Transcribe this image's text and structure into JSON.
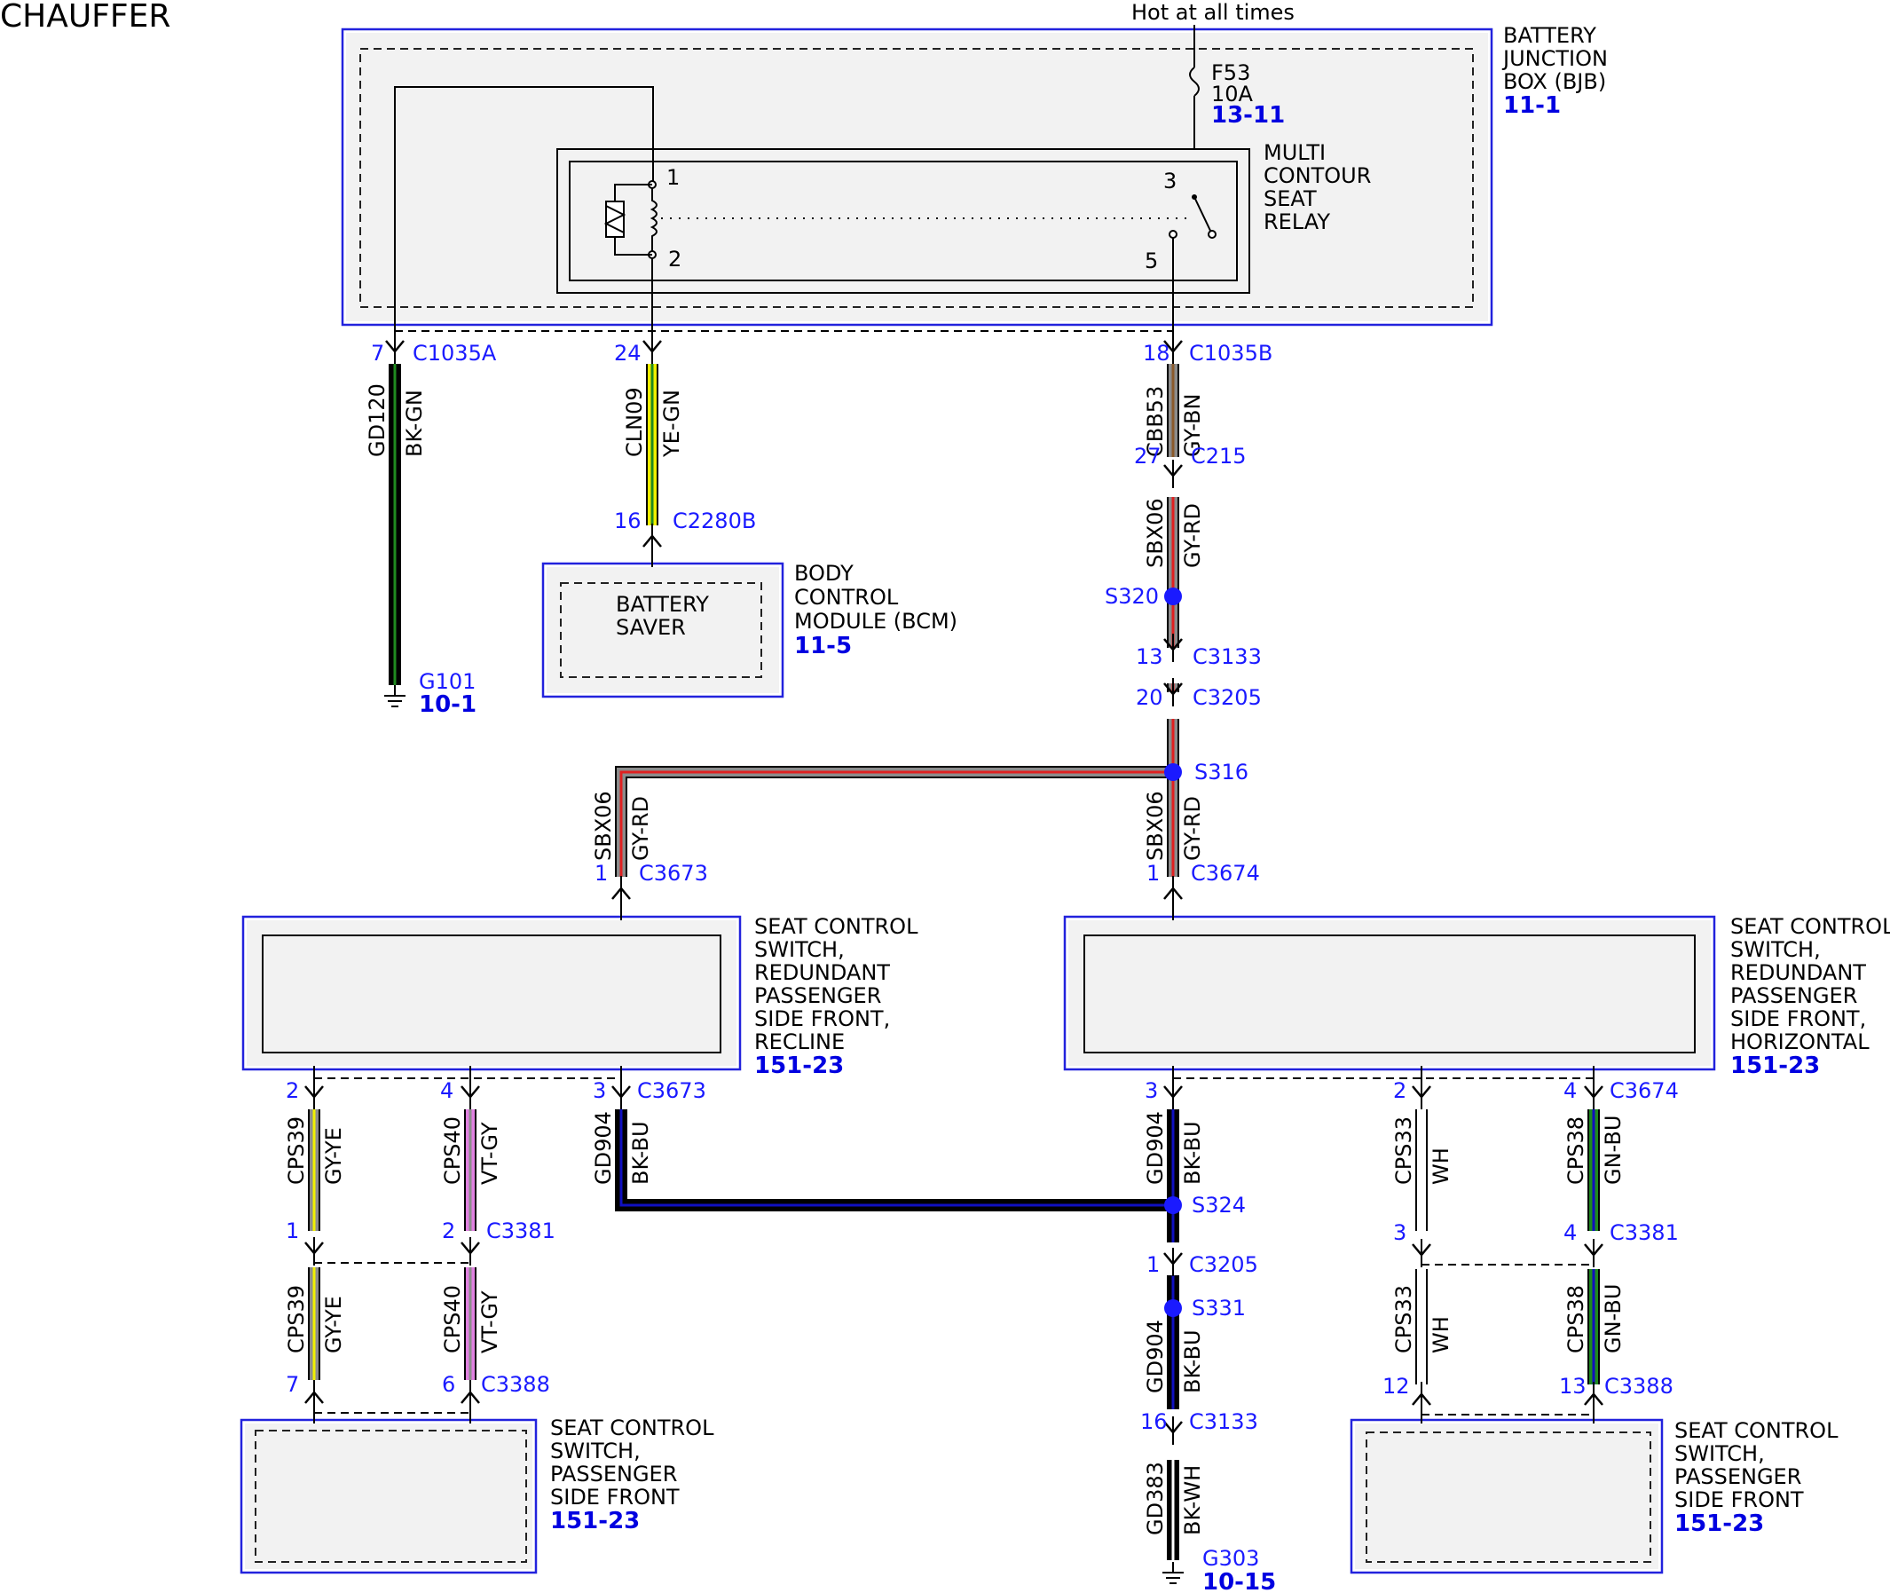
{
  "page": {
    "title": "CHAUFFER"
  },
  "bjb": {
    "label": [
      "BATTERY",
      "JUNCTION",
      "BOX (BJB)"
    ],
    "ref": "11-1",
    "hot": "Hot at all times",
    "fuse": {
      "name": "F53",
      "rating": "10A",
      "ref": "13-11"
    }
  },
  "relay": {
    "label": [
      "MULTI",
      "CONTOUR",
      "SEAT",
      "RELAY"
    ],
    "pins": [
      "1",
      "2",
      "3",
      "5"
    ]
  },
  "bcm": {
    "label": [
      "BODY",
      "CONTROL",
      "MODULE (BCM)"
    ],
    "ref": "11-5",
    "inner": [
      "BATTERY",
      "SAVER"
    ]
  },
  "grounds": [
    {
      "name": "G101",
      "ref": "10-1"
    },
    {
      "name": "G303",
      "ref": "10-15"
    }
  ],
  "splices": [
    "S320",
    "S316",
    "S324",
    "S331"
  ],
  "connectors": [
    {
      "id": "c1035a",
      "pin": "7",
      "name": "C1035A"
    },
    {
      "id": "c1035b_24",
      "pin": "24",
      "name": ""
    },
    {
      "id": "c1035b",
      "pin": "18",
      "name": "C1035B"
    },
    {
      "id": "c2280b",
      "pin": "16",
      "name": "C2280B"
    },
    {
      "id": "c215",
      "pin": "27",
      "name": "C215"
    },
    {
      "id": "c3133a",
      "pin": "13",
      "name": "C3133"
    },
    {
      "id": "c3205a",
      "pin": "20",
      "name": "C3205"
    },
    {
      "id": "c3673a",
      "pin": "1",
      "name": "C3673"
    },
    {
      "id": "c3674a",
      "pin": "1",
      "name": "C3674"
    },
    {
      "id": "rec2",
      "pin": "2",
      "name": ""
    },
    {
      "id": "rec4",
      "pin": "4",
      "name": ""
    },
    {
      "id": "rec3",
      "pin": "3",
      "name": "C3673"
    },
    {
      "id": "hor3",
      "pin": "3",
      "name": ""
    },
    {
      "id": "hor2",
      "pin": "2",
      "name": ""
    },
    {
      "id": "hor4",
      "pin": "4",
      "name": "C3674"
    },
    {
      "id": "c3381a1",
      "pin": "1",
      "name": ""
    },
    {
      "id": "c3381a2",
      "pin": "2",
      "name": "C3381"
    },
    {
      "id": "c3381b3",
      "pin": "3",
      "name": ""
    },
    {
      "id": "c3381b4",
      "pin": "4",
      "name": "C3381"
    },
    {
      "id": "c3205b",
      "pin": "1",
      "name": "C3205"
    },
    {
      "id": "c3133b",
      "pin": "16",
      "name": "C3133"
    },
    {
      "id": "c3388a7",
      "pin": "7",
      "name": ""
    },
    {
      "id": "c3388a6",
      "pin": "6",
      "name": "C3388"
    },
    {
      "id": "c3388b12",
      "pin": "12",
      "name": ""
    },
    {
      "id": "c3388b13",
      "pin": "13",
      "name": "C3388"
    }
  ],
  "wires": [
    {
      "id": "w_gd120",
      "circuit": "GD120",
      "color": "BK-GN"
    },
    {
      "id": "w_cln09",
      "circuit": "CLN09",
      "color": "YE-GN"
    },
    {
      "id": "w_cbb53",
      "circuit": "CBB53",
      "color": "GY-BN"
    },
    {
      "id": "w_sbx06a",
      "circuit": "SBX06",
      "color": "GY-RD"
    },
    {
      "id": "w_sbx06b",
      "circuit": "SBX06",
      "color": "GY-RD"
    },
    {
      "id": "w_sbx06c",
      "circuit": "SBX06",
      "color": "GY-RD"
    },
    {
      "id": "w_cps39a",
      "circuit": "CPS39",
      "color": "GY-YE"
    },
    {
      "id": "w_cps40a",
      "circuit": "CPS40",
      "color": "VT-GY"
    },
    {
      "id": "w_gd904a",
      "circuit": "GD904",
      "color": "BK-BU"
    },
    {
      "id": "w_gd904b",
      "circuit": "GD904",
      "color": "BK-BU"
    },
    {
      "id": "w_cps33a",
      "circuit": "CPS33",
      "color": "WH"
    },
    {
      "id": "w_cps38a",
      "circuit": "CPS38",
      "color": "GN-BU"
    },
    {
      "id": "w_cps39b",
      "circuit": "CPS39",
      "color": "GY-YE"
    },
    {
      "id": "w_cps40b",
      "circuit": "CPS40",
      "color": "VT-GY"
    },
    {
      "id": "w_gd904c",
      "circuit": "GD904",
      "color": "BK-BU"
    },
    {
      "id": "w_gd383",
      "circuit": "GD383",
      "color": "BK-WH"
    },
    {
      "id": "w_cps33b",
      "circuit": "CPS33",
      "color": "WH"
    },
    {
      "id": "w_cps38b",
      "circuit": "CPS38",
      "color": "GN-BU"
    }
  ],
  "modules": {
    "recline": {
      "label": [
        "SEAT CONTROL",
        "SWITCH,",
        "REDUNDANT",
        "PASSENGER",
        "SIDE FRONT,",
        "RECLINE"
      ],
      "ref": "151-23"
    },
    "horizontal": {
      "label": [
        "SEAT CONTROL",
        "SWITCH,",
        "REDUNDANT",
        "PASSENGER",
        "SIDE FRONT,",
        "HORIZONTAL"
      ],
      "ref": "151-23"
    },
    "pass_left": {
      "label": [
        "SEAT CONTROL",
        "SWITCH,",
        "PASSENGER",
        "SIDE FRONT"
      ],
      "ref": "151-23"
    },
    "pass_right": {
      "label": [
        "SEAT CONTROL",
        "SWITCH,",
        "PASSENGER",
        "SIDE FRONT"
      ],
      "ref": "151-23"
    }
  },
  "wire_colors": {
    "BK": "#000000",
    "GN": "#1f8a1f",
    "YE": "#f0f000",
    "GY": "#8c8c8c",
    "BN": "#8b5a2b",
    "RD": "#e02020",
    "VT": "#e080e0",
    "BU": "#1010c0",
    "WH": "#ffffff",
    "splice": "#1a1aff",
    "box": "#2222dd",
    "ref": "#0000e0"
  }
}
